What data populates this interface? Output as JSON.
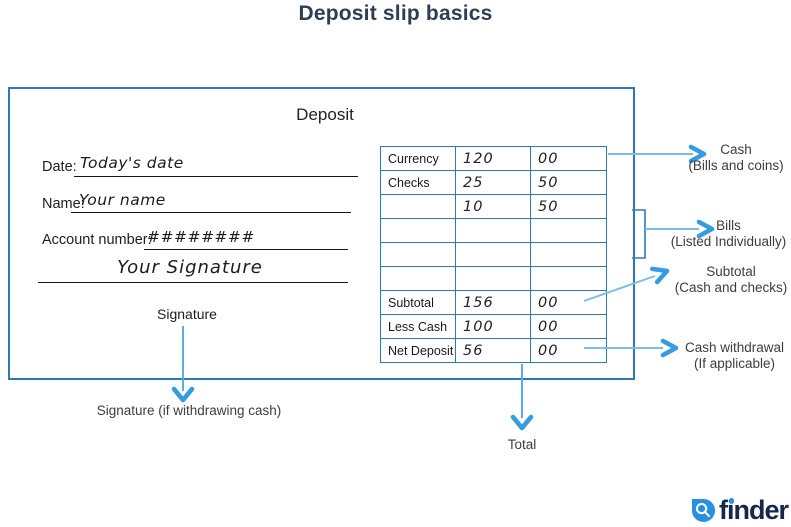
{
  "page": {
    "title": "Deposit slip basics"
  },
  "slip": {
    "heading": "Deposit",
    "date_label": "Date:",
    "date_value": "Today's date",
    "name_label": "Name:",
    "name_value": "Your name",
    "account_label": "Account number:",
    "account_value": "########",
    "signature_value": "Your Signature",
    "signature_label": "Signature"
  },
  "table": {
    "rows": [
      {
        "label": "Currency",
        "dollars": "120",
        "cents": "00"
      },
      {
        "label": "Checks",
        "dollars": "25",
        "cents": "50"
      },
      {
        "label": "",
        "dollars": "10",
        "cents": "50"
      },
      {
        "label": "",
        "dollars": "",
        "cents": ""
      },
      {
        "label": "",
        "dollars": "",
        "cents": ""
      },
      {
        "label": "",
        "dollars": "",
        "cents": ""
      },
      {
        "label": "Subtotal",
        "dollars": "156",
        "cents": "00"
      },
      {
        "label": "Less Cash",
        "dollars": "100",
        "cents": "00"
      },
      {
        "label": "Net Deposit",
        "dollars": "56",
        "cents": "00"
      }
    ]
  },
  "annotations": {
    "cash_title": "Cash",
    "cash_subtitle": "(Bills and coins)",
    "bills_title": "Bills",
    "bills_subtitle": "(Listed Individually)",
    "subtotal_title": "Subtotal",
    "subtotal_subtitle": "(Cash and checks)",
    "withdrawal_title": "Cash withdrawal",
    "withdrawal_subtitle": "(If applicable)",
    "signature_note": "Signature (if withdrawing cash)",
    "total_label": "Total"
  },
  "branding": {
    "logo_text": "finder",
    "logo_icon": "search-icon"
  },
  "colors": {
    "title": "#2d3e54",
    "box_border": "#2e79b5",
    "arrow_line": "#7bbde8",
    "arrow_head": "#369ce0",
    "bracket": "#2e79b5",
    "annotation_text": "#3d3d3d",
    "handwriting": "#1c1c1c",
    "logo_navy": "#16284a",
    "logo_blue": "#2a8fe0"
  }
}
